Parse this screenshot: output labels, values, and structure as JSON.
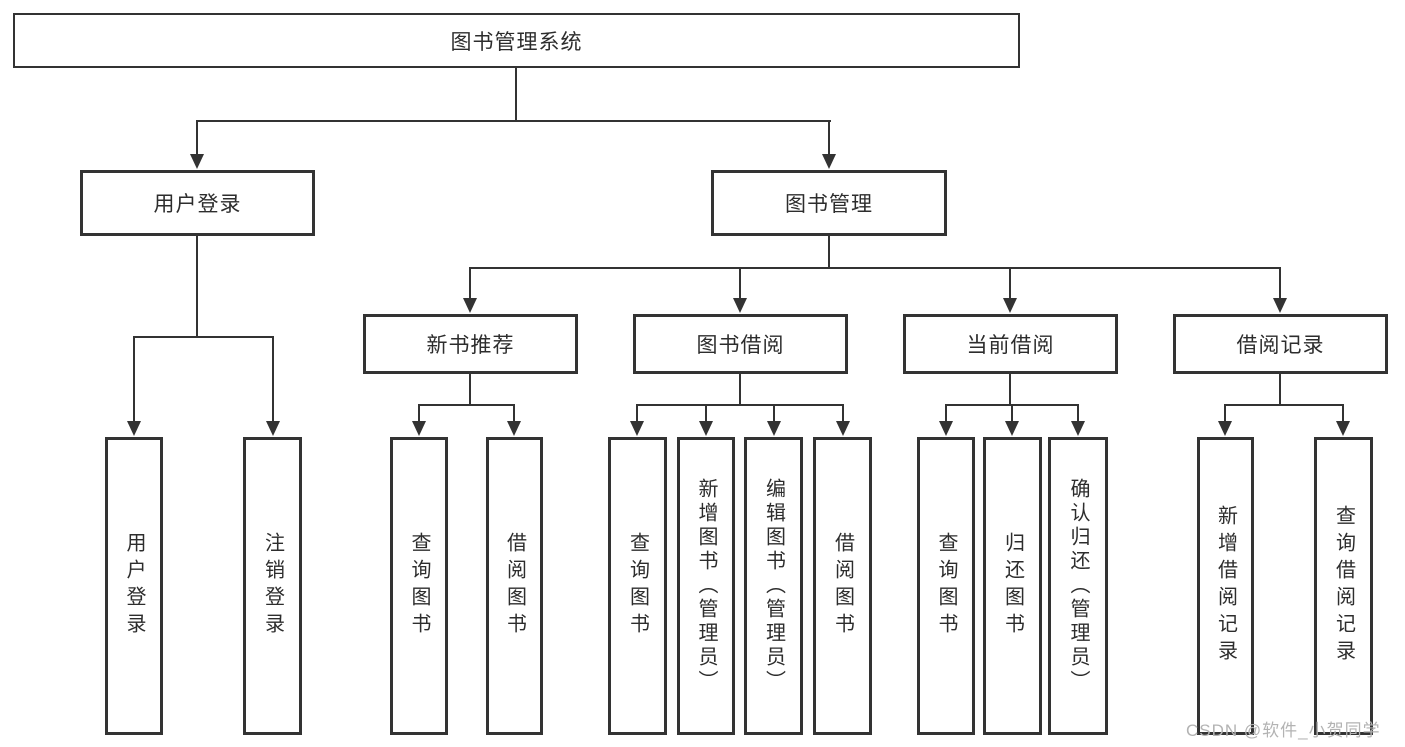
{
  "diagram": {
    "title": "图书管理系统",
    "level2": {
      "user_login": "用户登录",
      "book_mgmt": "图书管理"
    },
    "level3": {
      "new_books": "新书推荐",
      "borrowing": "图书借阅",
      "current": "当前借阅",
      "records": "借阅记录"
    },
    "leaves": {
      "user_login": [
        "用户登录",
        "注销登录"
      ],
      "new_books": [
        "查询图书",
        "借阅图书"
      ],
      "borrowing": [
        "查询图书",
        "新增图书（管理员）",
        "编辑图书（管理员）",
        "借阅图书"
      ],
      "current": [
        "查询图书",
        "归还图书",
        "确认归还（管理员）"
      ],
      "records": [
        "新增借阅记录",
        "查询借阅记录"
      ]
    },
    "watermark": "CSDN @软件_小贺同学",
    "colors": {
      "line": "#333333",
      "text": "#2d2d2d",
      "watermark": "#b3b3b3",
      "background": "#ffffff"
    }
  }
}
